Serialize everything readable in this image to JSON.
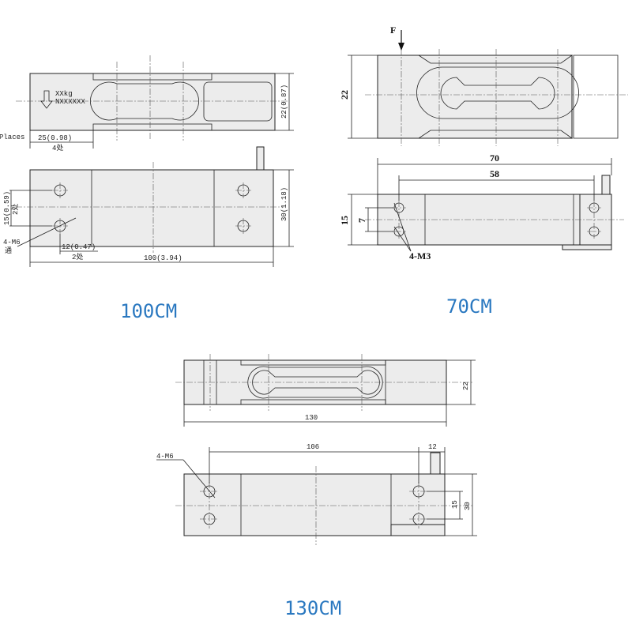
{
  "models": [
    {
      "name": "100CM",
      "top_view": {
        "label_capacity": "XXkg",
        "label_serial": "NXXXXXX",
        "dim_offset": "25(0.98)",
        "dim_offset_note": "4处",
        "dim_height": "22(0.87)",
        "places_note": "Places"
      },
      "bottom_view": {
        "dim_hole_spacing": "15(0.59)",
        "dim_hole_note": "2处",
        "thread": "4-M6",
        "thread_note": "通",
        "dim_edge": "12(0.47)",
        "dim_edge_note": "2处",
        "dim_length": "100(3.94)",
        "dim_height": "30(1.18)"
      }
    },
    {
      "name": "70CM",
      "top_view": {
        "force_label": "F",
        "dim_height": "22"
      },
      "bottom_view": {
        "dim_length": "70",
        "dim_inner": "58",
        "dim_height": "15",
        "dim_hole_spacing": "7",
        "thread": "4-M3"
      }
    },
    {
      "name": "130CM",
      "top_view": {
        "dim_height": "22",
        "dim_length": "130"
      },
      "bottom_view": {
        "thread": "4-M6",
        "dim_inner": "106",
        "dim_edge": "12",
        "dim_hole_spacing": "15",
        "dim_height": "30"
      }
    }
  ],
  "colors": {
    "title": "#2a78c0",
    "line": "#222222",
    "fill": "#ececec"
  }
}
